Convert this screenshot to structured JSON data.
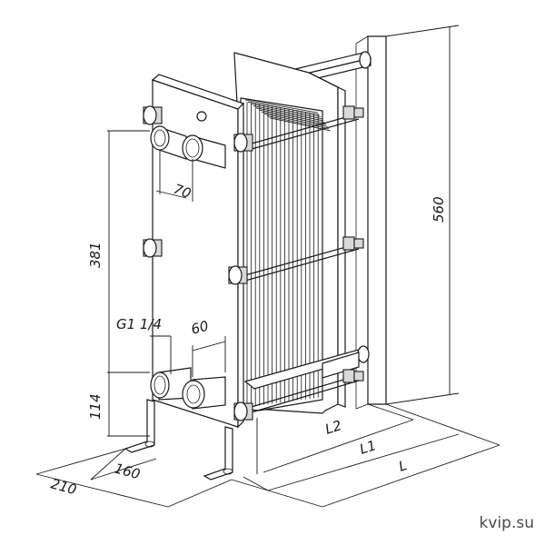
{
  "dimensions": {
    "height_total": "560",
    "port_spacing": "381",
    "port_height": "114",
    "port_offset_top": "70",
    "port_offset_bottom": "60",
    "thread": "G1 1/4",
    "foot_depth": "160",
    "frame_depth": "210",
    "length_l2": "L2",
    "length_l1": "L1",
    "length_l": "L"
  },
  "watermark": "kvip.su"
}
